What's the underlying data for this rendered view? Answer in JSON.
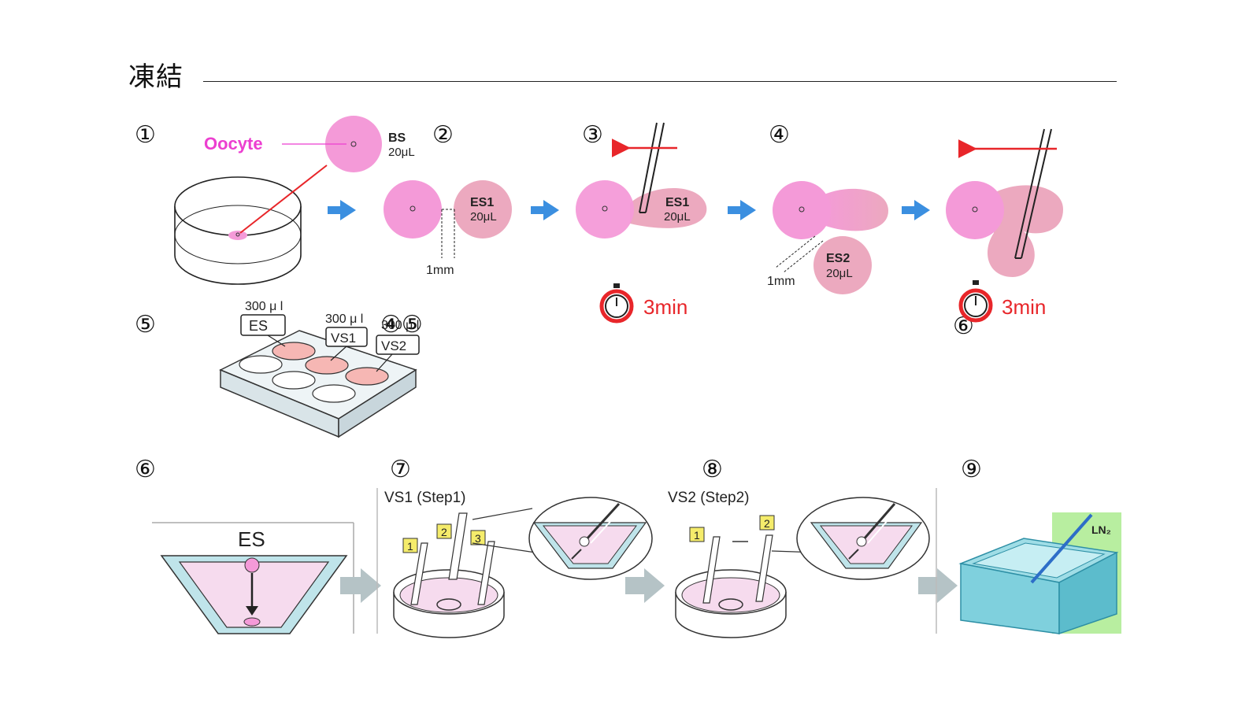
{
  "page": {
    "title": "凍結"
  },
  "steps": {
    "s1": "①",
    "s2": "②",
    "s3": "③",
    "s4": "④",
    "s5": "⑤",
    "s45": "④⑤",
    "s6a": "⑥",
    "s6": "⑥",
    "s7": "⑦",
    "s8": "⑧",
    "s9": "⑨"
  },
  "top_row": {
    "oocyte_label": "Oocyte",
    "bs_label": "BS",
    "bs_volume": "20μL",
    "es1_label": "ES1",
    "es1_volume": "20μL",
    "es2_label": "ES2",
    "es2_volume": "20μL",
    "distance": "1mm",
    "timer_text": "3min"
  },
  "plate": {
    "vol1": "300 μ l",
    "vol2": "300 μ l",
    "vol3": "300 μ l",
    "label_es": "ES",
    "label_vs1": "VS1",
    "label_vs2": "VS2"
  },
  "bottom_row": {
    "es_label": "ES",
    "vs1_title": "VS1 (Step1)",
    "vs2_title": "VS2 (Step2)",
    "tag1": "1",
    "tag2": "2",
    "tag3": "3",
    "ln2": "LN₂"
  },
  "colors": {
    "pink_drop": "#f49ad8",
    "es_drop": "#eca9bf",
    "red": "#e8262a",
    "blue_arrow": "#3b8fe0",
    "oocyte_text": "#ec3fd0"
  }
}
